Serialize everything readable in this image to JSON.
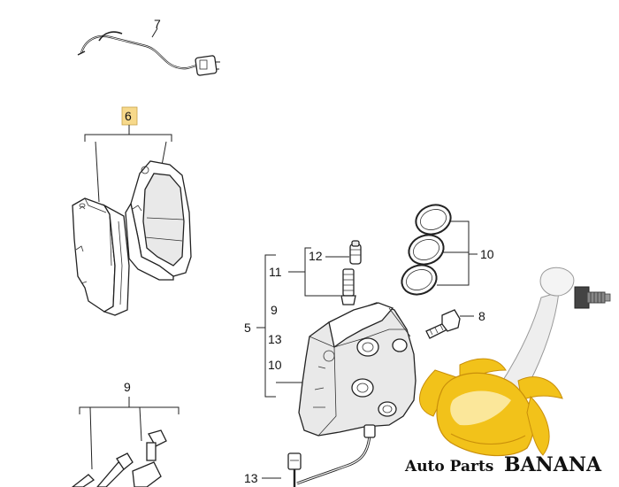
{
  "callouts": {
    "c7": "7",
    "c6": "6",
    "c12": "12",
    "c11": "11",
    "c9a": "9",
    "c5": "5",
    "c13a": "13",
    "c10a": "10",
    "c10b": "10",
    "c8": "8",
    "c9b": "9",
    "c13b": "13"
  },
  "highlight_color": "#f7d98b",
  "watermark": {
    "prefix": "Auto Parts",
    "name": "BANANA",
    "colors": {
      "banana": "#f2c21a",
      "banana_dark": "#c98f0a",
      "peel_inner": "#fbe79a"
    }
  }
}
